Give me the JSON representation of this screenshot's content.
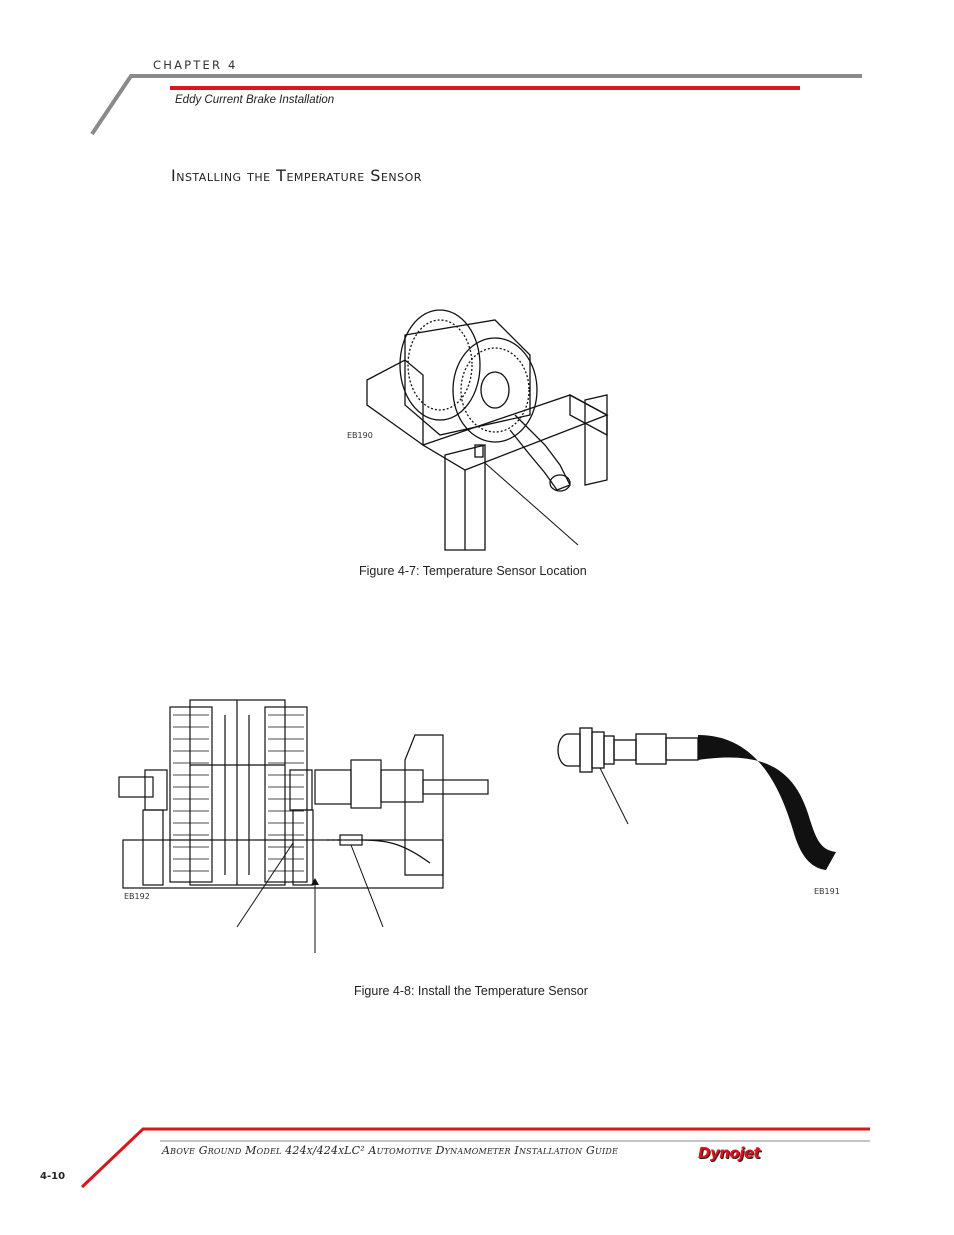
{
  "header": {
    "chapter": "CHAPTER 4",
    "subtitle": "Eddy Current Brake Installation"
  },
  "section": {
    "heading": "Installing the Temperature Sensor"
  },
  "figures": [
    {
      "code": "EB190",
      "caption": "Figure 4-7: Temperature Sensor Location"
    },
    {
      "code_left": "EB192",
      "code_right": "EB191",
      "caption": "Figure 4-8: Install the Temperature Sensor"
    }
  ],
  "footer": {
    "title": "Above Ground Model 424x/424xLC² Automotive Dynamometer Installation Guide",
    "page": "4-10",
    "logo": "Dynojet"
  },
  "colors": {
    "accent": "#d8161e",
    "rule_gray": "#8a8a8a"
  }
}
